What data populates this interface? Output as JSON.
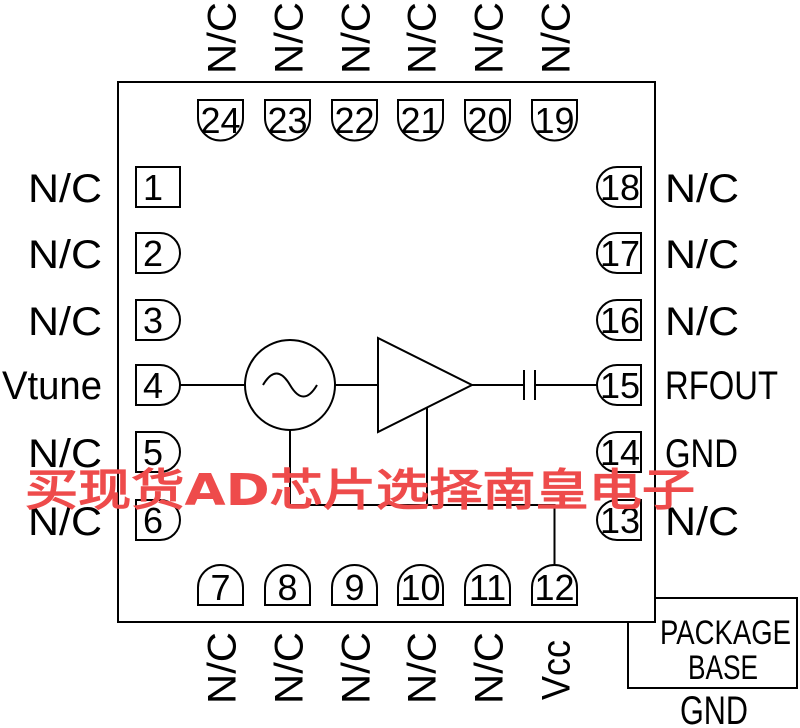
{
  "pins": {
    "top": [
      {
        "number": "24",
        "label": "N/C"
      },
      {
        "number": "23",
        "label": "N/C"
      },
      {
        "number": "22",
        "label": "N/C"
      },
      {
        "number": "21",
        "label": "N/C"
      },
      {
        "number": "20",
        "label": "N/C"
      },
      {
        "number": "19",
        "label": "N/C"
      }
    ],
    "left": [
      {
        "number": "1",
        "label": "N/C"
      },
      {
        "number": "2",
        "label": "N/C"
      },
      {
        "number": "3",
        "label": "N/C"
      },
      {
        "number": "4",
        "label": "Vtune"
      },
      {
        "number": "5",
        "label": "N/C"
      },
      {
        "number": "6",
        "label": "N/C"
      }
    ],
    "right": [
      {
        "number": "18",
        "label": "N/C"
      },
      {
        "number": "17",
        "label": "N/C"
      },
      {
        "number": "16",
        "label": "N/C"
      },
      {
        "number": "15",
        "label": "RFOUT"
      },
      {
        "number": "14",
        "label": "GND"
      },
      {
        "number": "13",
        "label": "N/C"
      }
    ],
    "bottom": [
      {
        "number": "7",
        "label": "N/C"
      },
      {
        "number": "8",
        "label": "N/C"
      },
      {
        "number": "9",
        "label": "N/C"
      },
      {
        "number": "10",
        "label": "N/C"
      },
      {
        "number": "11",
        "label": "N/C"
      },
      {
        "number": "12",
        "label": "Vcc"
      }
    ]
  },
  "package_base": {
    "line1": "PACKAGE",
    "line2": "BASE",
    "connection": "GND"
  },
  "symbols": {
    "oscillator": "oscillator-icon",
    "amplifier": "amplifier-icon",
    "capacitor": "capacitor-icon"
  },
  "watermark": "买现货AD芯片选择南皇电子",
  "colors": {
    "line": "#000000",
    "background": "#ffffff",
    "watermark": "#ee4b4b"
  }
}
